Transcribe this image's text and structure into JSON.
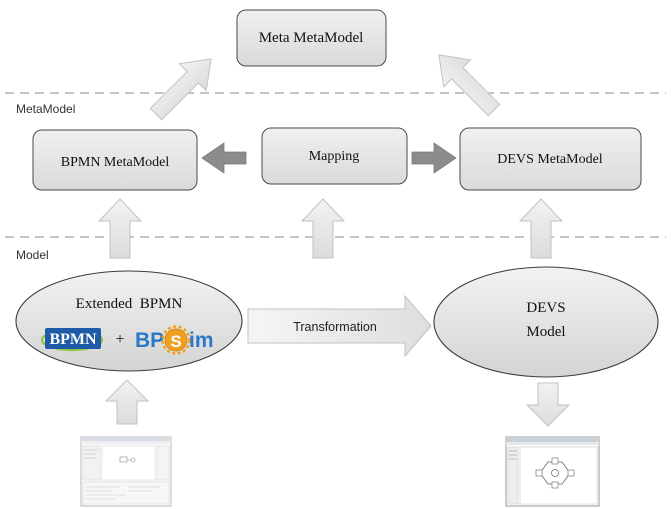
{
  "diagram": {
    "nodes": {
      "meta_metamodel": "Meta MetaModel",
      "bpmn_metamodel": "BPMN MetaModel",
      "mapping": "Mapping",
      "devs_metamodel": "DEVS MetaModel",
      "extended_bpmn": "Extended  BPMN",
      "devs_model_line1": "DEVS",
      "devs_model_line2": "Model"
    },
    "layers": {
      "metamodel": "MetaModel",
      "model": "Model"
    },
    "edges": {
      "transformation": "Transformation"
    },
    "logos": {
      "bpmn": "BPMN",
      "plus": "+",
      "bpsim_bp": "BP",
      "bpsim_s": "S",
      "bpsim_im": "im"
    }
  },
  "colors": {
    "box_fill": "#e6e6e6",
    "arrow_fill": "#e3e3e3",
    "arrow_dark": "#8c8c8c",
    "bpmn_blue": "#1e5aa8",
    "bpsim_blue": "#2a78c8",
    "bpsim_orange": "#f0a020",
    "bpmn_green": "#8cc63f"
  }
}
